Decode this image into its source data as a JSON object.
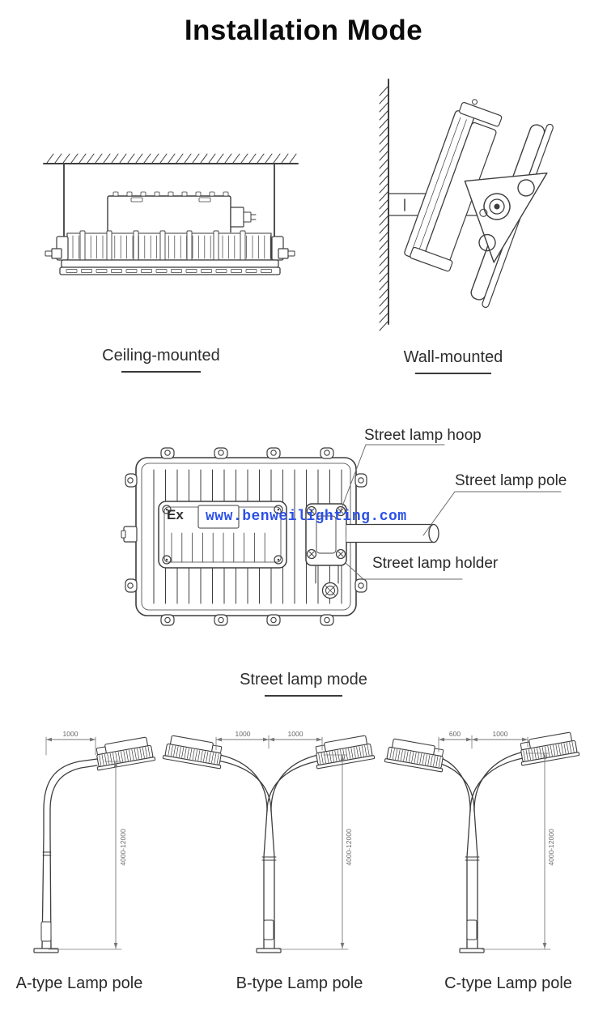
{
  "page": {
    "title": "Installation Mode"
  },
  "mounting": {
    "ceiling_label": "Ceiling-mounted",
    "wall_label": "Wall-mounted"
  },
  "assembly": {
    "watermark": "www.benweilighting.com",
    "ex_marking": "Ex",
    "callout_hoop": "Street lamp hoop",
    "callout_pole": "Street lamp pole",
    "callout_holder": "Street lamp holder"
  },
  "street_lamp_mode": {
    "heading": "Street lamp mode",
    "poles": [
      {
        "label": "A-type Lamp pole",
        "arm_dims": [
          "1000"
        ],
        "height_dim": "4000-12000"
      },
      {
        "label": "B-type Lamp pole",
        "arm_dims": [
          "1000",
          "1000"
        ],
        "height_dim": "4000-12000"
      },
      {
        "label": "C-type Lamp pole",
        "arm_dims": [
          "600",
          "1000"
        ],
        "height_dim": "4000-12000"
      }
    ]
  },
  "colors": {
    "line": "#3e3e3e",
    "dimension": "#777777",
    "watermark": "#2b50e8"
  }
}
